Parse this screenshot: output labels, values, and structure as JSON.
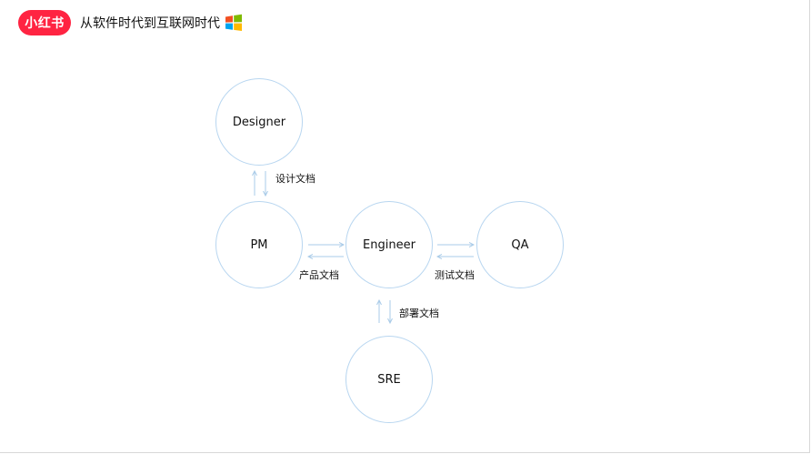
{
  "header": {
    "logo_text": "小红书",
    "title": "从软件时代到互联网时代",
    "icon": "windows-logo-icon",
    "logo_color": "#ff2442"
  },
  "diagram": {
    "nodes": {
      "designer": "Designer",
      "pm": "PM",
      "engineer": "Engineer",
      "qa": "QA",
      "sre": "SRE"
    },
    "edges": {
      "designer_pm": "设计文档",
      "pm_engineer": "产品文档",
      "engineer_qa": "测试文档",
      "engineer_sre": "部署文档"
    },
    "colors": {
      "circle_border": "#b8d6f0",
      "arrow": "#a9cbe8"
    }
  }
}
